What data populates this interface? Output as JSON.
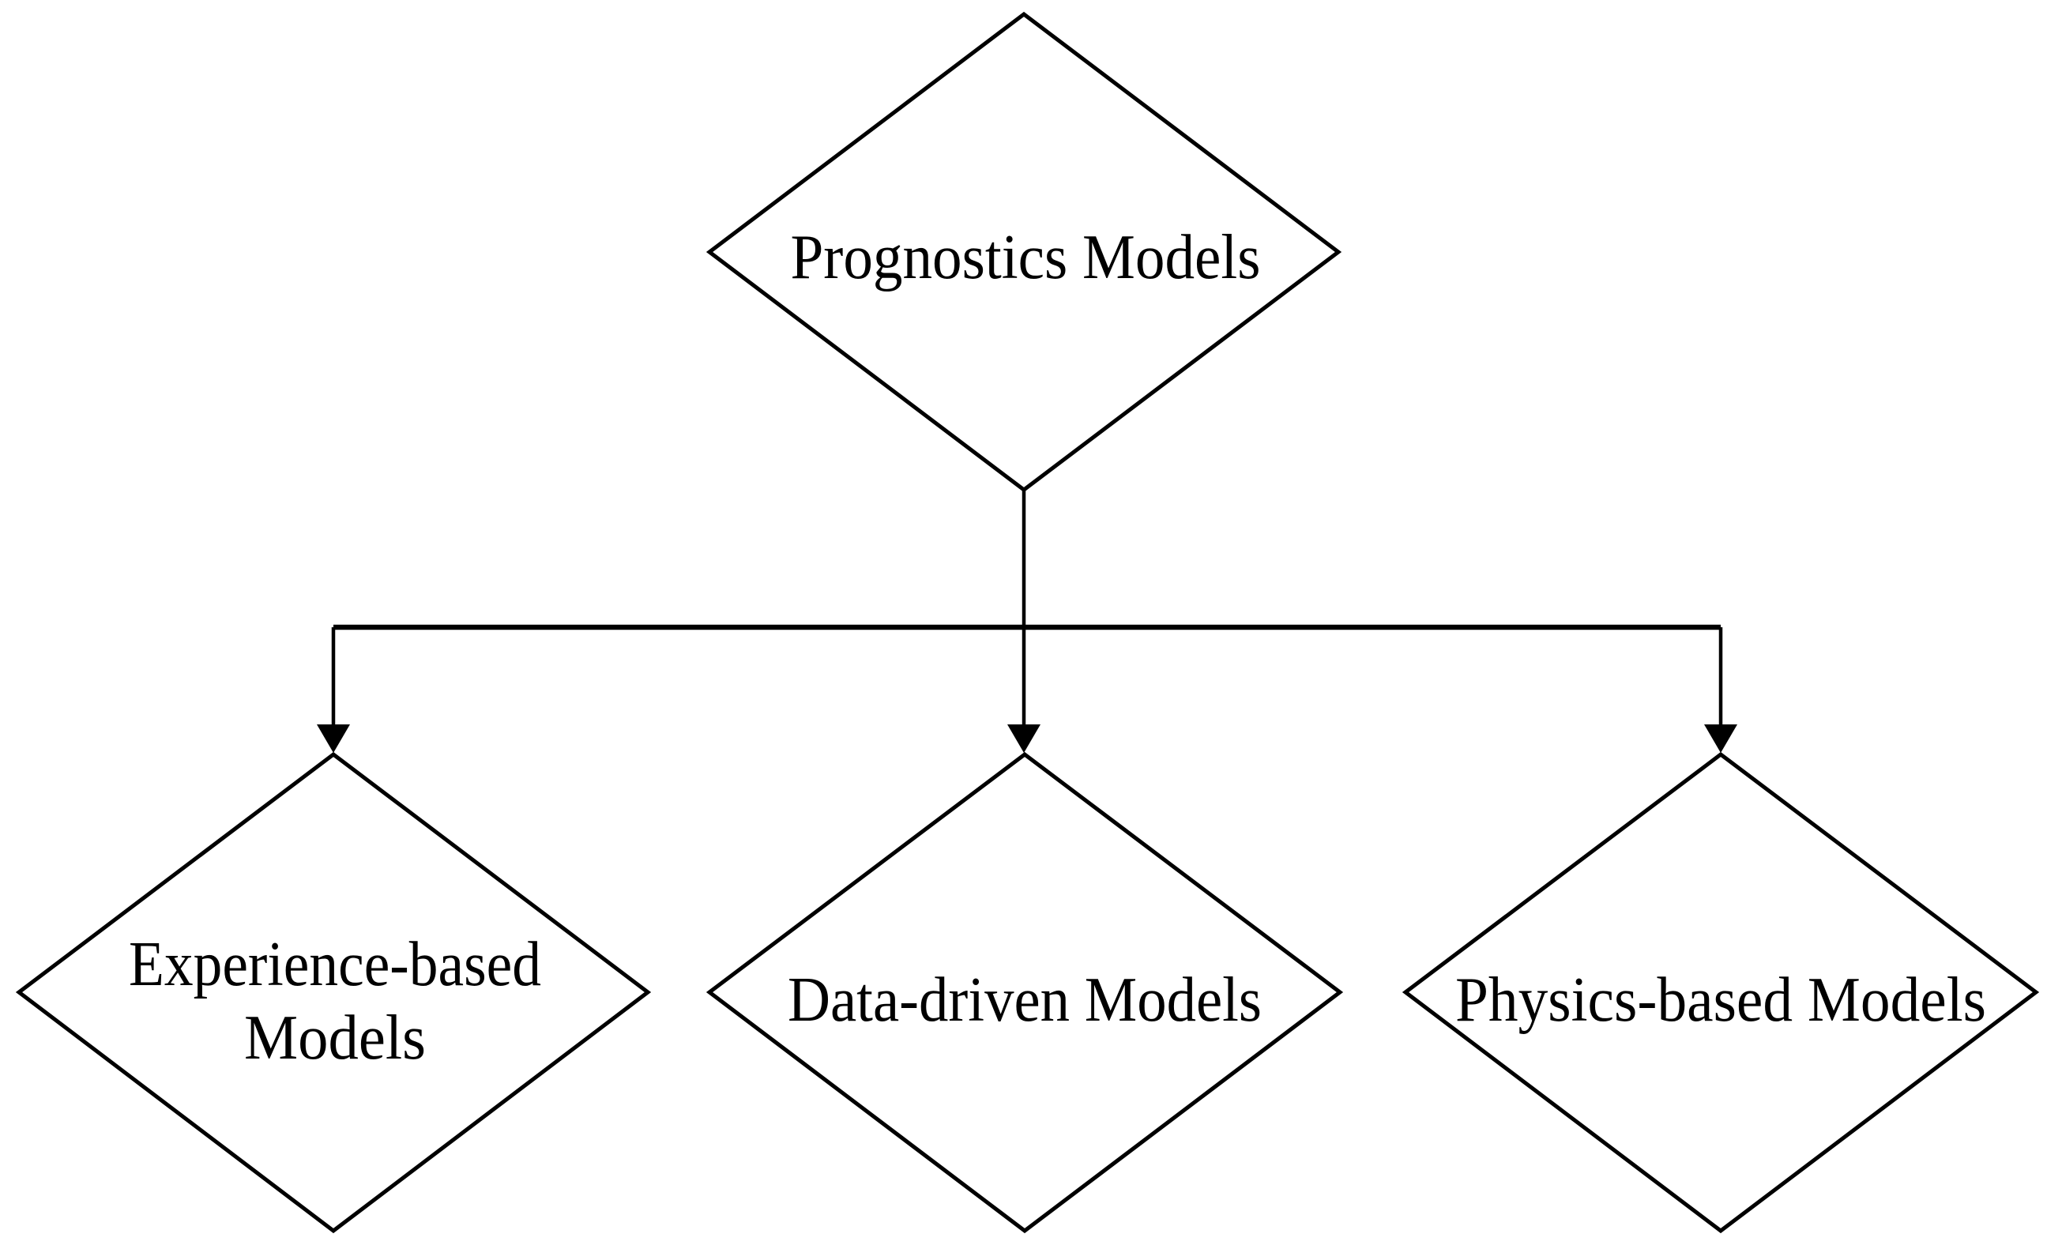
{
  "colors": {
    "background": "#ffffff",
    "line": "#000000",
    "text": "#000000"
  },
  "nodes": {
    "root": {
      "label": "Prognostics Models"
    },
    "experience": {
      "label": "Experience-based Models",
      "lines": [
        "Experience-based",
        "Models"
      ]
    },
    "data_driven": {
      "label": "Data-driven Models"
    },
    "physics": {
      "label": "Physics-based Models"
    }
  }
}
